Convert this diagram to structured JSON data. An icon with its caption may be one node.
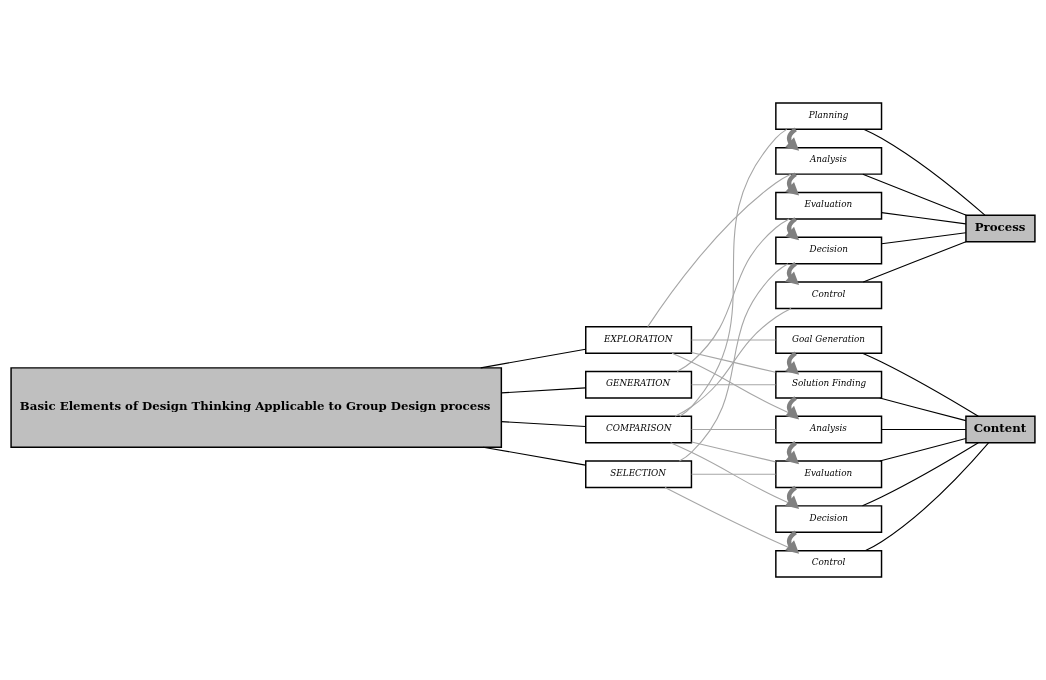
{
  "diagram": {
    "nodes": [
      {
        "text": [
          "Basic Elements of Design Thinking Applicable to Group Design process"
        ]
      },
      {
        "text": [
          "EXPLORATION"
        ]
      },
      {
        "text": [
          "GENERATION"
        ]
      },
      {
        "text": [
          "COMPARISON"
        ]
      },
      {
        "text": [
          "SELECTION"
        ]
      },
      {
        "text": [
          "Planning"
        ]
      },
      {
        "text": [
          "Analysis"
        ]
      },
      {
        "text": [
          "Evaluation"
        ]
      },
      {
        "text": [
          "Decision"
        ]
      },
      {
        "text": [
          "Control"
        ]
      },
      {
        "text": [
          "Process"
        ]
      },
      {
        "text": [
          "Goal Generation"
        ]
      },
      {
        "text": [
          "Solution Finding"
        ]
      },
      {
        "text": [
          "Analysis"
        ]
      },
      {
        "text": [
          "Evaluation"
        ]
      },
      {
        "text": [
          "Decision"
        ]
      },
      {
        "text": [
          "Control"
        ]
      },
      {
        "text": [
          "Content"
        ]
      }
    ],
    "edges": [
      {
        "from": 0,
        "to": 1,
        "arrow": "none"
      },
      {
        "from": 0,
        "to": 2,
        "arrow": "none"
      },
      {
        "from": 0,
        "to": 3,
        "arrow": "none"
      },
      {
        "from": 0,
        "to": 4,
        "arrow": "none"
      },
      {
        "from": 3,
        "to": 5,
        "arrow": "none",
        "color": "#a6a6a6"
      },
      {
        "from": 1,
        "to": 6,
        "arrow": "none",
        "color": "#a6a6a6"
      },
      {
        "from": 2,
        "to": 7,
        "arrow": "none",
        "color": "#a6a6a6"
      },
      {
        "from": 4,
        "to": 8,
        "arrow": "none",
        "color": "#a6a6a6"
      },
      {
        "from": 3,
        "to": 9,
        "arrow": "none",
        "color": "#a6a6a6"
      },
      {
        "from": 1,
        "to": 11,
        "arrow": "none",
        "color": "#a6a6a6"
      },
      {
        "from": 1,
        "to": 12,
        "arrow": "none",
        "color": "#a6a6a6"
      },
      {
        "from": 1,
        "to": 13,
        "arrow": "none",
        "color": "#a6a6a6"
      },
      {
        "from": 2,
        "to": 12,
        "arrow": "none",
        "color": "#a6a6a6"
      },
      {
        "from": 3,
        "to": 13,
        "arrow": "none",
        "color": "#a6a6a6"
      },
      {
        "from": 3,
        "to": 14,
        "arrow": "none",
        "color": "#a6a6a6"
      },
      {
        "from": 3,
        "to": 15,
        "arrow": "none",
        "color": "#a6a6a6"
      },
      {
        "from": 4,
        "to": 14,
        "arrow": "none",
        "color": "#a6a6a6"
      },
      {
        "from": 4,
        "to": 16,
        "arrow": "none",
        "color": "#a6a6a6"
      },
      {
        "from": 5,
        "to": 6,
        "arrow": "to",
        "style": "thick",
        "color": "#808080"
      },
      {
        "from": 6,
        "to": 7,
        "arrow": "to",
        "style": "thick",
        "color": "#808080"
      },
      {
        "from": 7,
        "to": 8,
        "arrow": "to",
        "style": "thick",
        "color": "#808080"
      },
      {
        "from": 8,
        "to": 9,
        "arrow": "to",
        "style": "thick",
        "color": "#808080"
      },
      {
        "from": 11,
        "to": 12,
        "arrow": "to",
        "style": "thick",
        "color": "#808080"
      },
      {
        "from": 12,
        "to": 13,
        "arrow": "to",
        "style": "thick",
        "color": "#808080"
      },
      {
        "from": 13,
        "to": 14,
        "arrow": "to",
        "style": "thick",
        "color": "#808080"
      },
      {
        "from": 14,
        "to": 15,
        "arrow": "to",
        "style": "thick",
        "color": "#808080"
      },
      {
        "from": 15,
        "to": 16,
        "arrow": "to",
        "style": "thick",
        "color": "#808080"
      },
      {
        "from": 5,
        "to": 10,
        "arrow": "none"
      },
      {
        "from": 6,
        "to": 10,
        "arrow": "none"
      },
      {
        "from": 7,
        "to": 10,
        "arrow": "none"
      },
      {
        "from": 8,
        "to": 10,
        "arrow": "none"
      },
      {
        "from": 9,
        "to": 10,
        "arrow": "none"
      },
      {
        "from": 11,
        "to": 17,
        "arrow": "none"
      },
      {
        "from": 12,
        "to": 17,
        "arrow": "none"
      },
      {
        "from": 13,
        "to": 17,
        "arrow": "none"
      },
      {
        "from": 14,
        "to": 17,
        "arrow": "none"
      },
      {
        "from": 15,
        "to": 17,
        "arrow": "none"
      },
      {
        "from": 16,
        "to": 17,
        "arrow": "none"
      }
    ]
  }
}
